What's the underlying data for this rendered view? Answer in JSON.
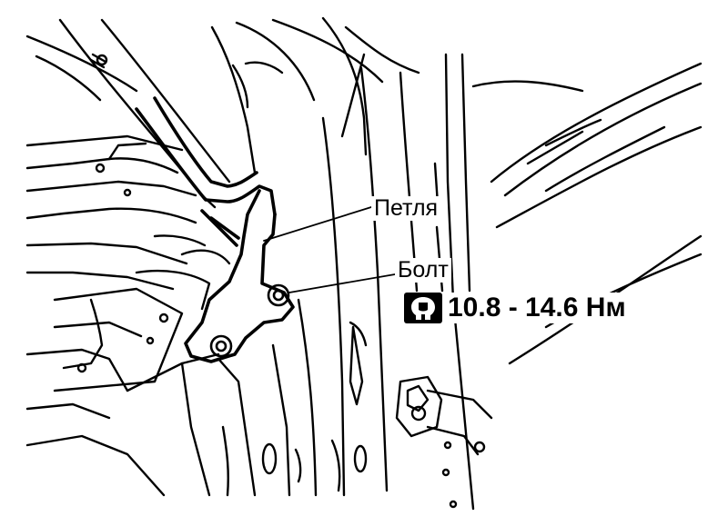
{
  "labels": {
    "hinge": "Петля",
    "bolt": "Болт",
    "torque": "10.8 - 14.6 Нм"
  },
  "icons": {
    "torque": "torque-wrench-icon"
  },
  "colors": {
    "line": "#000000",
    "background": "#ffffff"
  }
}
